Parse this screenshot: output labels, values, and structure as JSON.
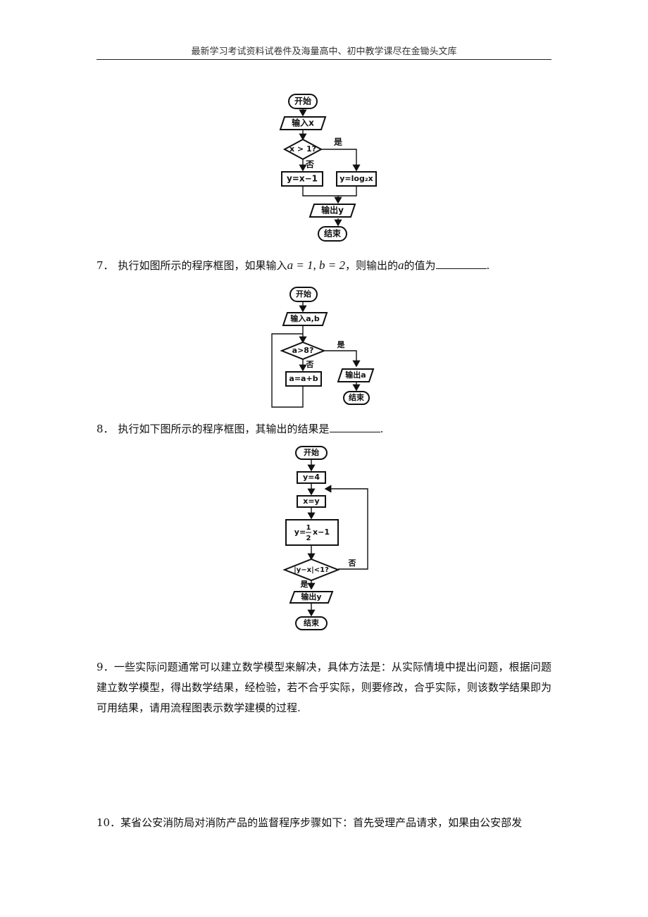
{
  "header": {
    "text": "最新学习考试资料试卷件及海量高中、初中教学课尽在金锄头文库"
  },
  "flowchart1": {
    "start": "开始",
    "input": "输入x",
    "condition": "x > 1?",
    "yes": "是",
    "no": "否",
    "no_branch": "y=x−1",
    "yes_branch": "y=log₂x",
    "output": "输出y",
    "end": "结束"
  },
  "q7": {
    "number": "7．",
    "text_before": "执行如图所示的程序框图，如果输入",
    "math": "a = 1, b = 2",
    "text_middle": "，则输出的",
    "var": "a",
    "text_after": "的值为",
    "end": "."
  },
  "flowchart2": {
    "start": "开始",
    "input": "输入a,b",
    "condition": "a>8?",
    "yes": "是",
    "no": "否",
    "process": "a=a+b",
    "output": "输出a",
    "end": "结束"
  },
  "q8": {
    "number": "8．",
    "text": "执行如下图所示的程序框图，其输出的结果是",
    "end": "."
  },
  "flowchart3": {
    "start": "开始",
    "init": "y=4",
    "assign": "x=y",
    "formula_lhs": "y=",
    "formula_num": "1",
    "formula_den": "2",
    "formula_rhs": "x−1",
    "condition": "|y−x|<1?",
    "yes": "是",
    "no": "否",
    "output": "输出y",
    "end": "结束"
  },
  "q9": {
    "number": "9．",
    "text": "一些实际问题通常可以建立数学模型来解决，具体方法是：从实际情境中提出问题，根据问题建立数学模型，得出数学结果，经检验，若不合乎实际，则要修改，合乎实际，则该数学结果即为可用结果，请用流程图表示数学建模的过程."
  },
  "q10": {
    "number": "10．",
    "text": "某省公安消防局对消防产品的监督程序步骤如下：首先受理产品请求，如果由公安部发"
  }
}
